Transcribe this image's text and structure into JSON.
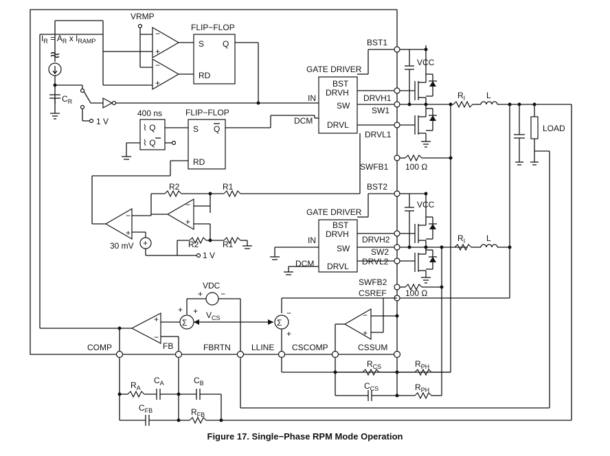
{
  "caption": "Figure 17. Single−Phase RPM Mode Operation",
  "labels": {
    "vrmp": "VRMP",
    "flipflop": "FLIP−FLOP",
    "s": "S",
    "q": "Q",
    "qbar": "Q",
    "rd": "RD",
    "ir_pre": "I",
    "ir_sub": "R",
    "ir_mid": " = A",
    "ar_sub": "R",
    "ir_x": " x I",
    "iramp_sub": "RAMP",
    "cr_pre": "C",
    "cr_sub": "R",
    "one_v": "1 V",
    "ns400": "400 ns",
    "gate_driver": "GATE DRIVER",
    "bst": "BST",
    "drvh": "DRVH",
    "sw": "SW",
    "drvl": "DRVL",
    "in": "IN",
    "dcm": "DCM",
    "bst1": "BST1",
    "drvh1": "DRVH1",
    "sw1": "SW1",
    "drvl1": "DRVL1",
    "swfb1": "SWFB1",
    "bst2": "BST2",
    "drvh2": "DRVH2",
    "sw2": "SW2",
    "drvl2": "DRVL2",
    "swfb2": "SWFB2",
    "csref": "CSREF",
    "vcc": "VCC",
    "ri_pre": "R",
    "ri_sub": "I",
    "l": "L",
    "load": "LOAD",
    "ohm100": "100 Ω",
    "r1": "R1",
    "r2": "R2",
    "mv30": "30 mV",
    "vdc": "VDC",
    "vcs_pre": "V",
    "vcs_sub": "CS",
    "comp": "COMP",
    "fb": "FB",
    "fbrtn": "FBRTN",
    "lline": "LLINE",
    "cscomp": "CSCOMP",
    "cssum": "CSSUM",
    "rcs_pre": "R",
    "rcs_sub": "CS",
    "rph_pre": "R",
    "rph_sub": "PH",
    "ccs_pre": "C",
    "ccs_sub": "CS",
    "ra_pre": "R",
    "ra_sub": "A",
    "ca_pre": "C",
    "ca_sub": "A",
    "cb_pre": "C",
    "cb_sub": "B",
    "cfb_pre": "C",
    "cfb_sub": "FB",
    "rfb_pre": "R",
    "rfb_sub": "FB",
    "plus": "+",
    "minus": "−",
    "sigma": "Σ"
  }
}
